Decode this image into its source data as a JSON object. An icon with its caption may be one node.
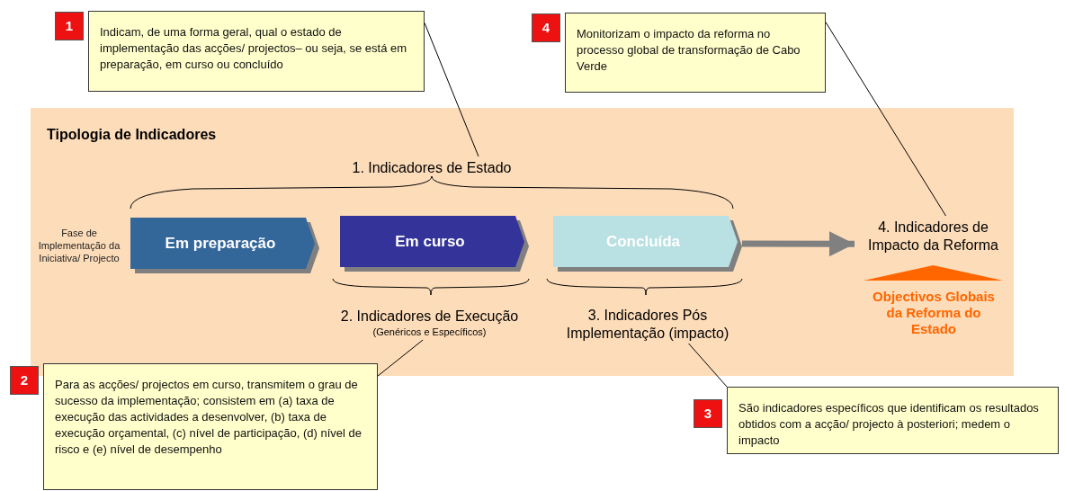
{
  "diagram": {
    "nodes": [
      {
        "text": [
          "Tipologia de Indicadores"
        ]
      },
      {
        "text": [
          "1. Indicadores de Estado"
        ],
        "in": 0
      },
      {
        "text": [
          "Fase de Implementação da Iniciativa/ Projecto"
        ],
        "in": 0
      },
      {
        "text": [
          "Em preparação"
        ],
        "in": 0
      },
      {
        "text": [
          "Em curso"
        ],
        "in": 0
      },
      {
        "text": [
          "Concluída"
        ],
        "in": 0
      },
      {
        "text": [
          "4. Indicadores de Impacto da Reforma"
        ],
        "in": 0
      },
      {
        "text": [
          "2. Indicadores de Execução",
          "(Genéricos e Específicos)"
        ],
        "in": 0
      },
      {
        "text": [
          "3. Indicadores Pós Implementação (impacto)"
        ],
        "in": 0
      },
      {
        "text": [
          "Indicam, de uma forma geral, qual o estado de implementação das acções/ projectos– ou seja, se está em preparação, em curso ou concluído"
        ],
        "beside": [
          "1"
        ]
      },
      {
        "text": [
          "Monitorizam o impacto da reforma no processo global de transformação de Cabo Verde"
        ],
        "beside": [
          "4"
        ]
      },
      {
        "text": [
          "Para as acções/ projectos em curso, transmitem o grau de sucesso da implementação; consistem em (a) taxa de execução das actividades a desenvolver, (b) taxa de execução orçamental, (c) nível de participação, (d) nível de risco e (e) nível de desempenho"
        ],
        "beside": [
          "2"
        ]
      },
      {
        "text": [
          "São indicadores específicos que identificam os resultados obtidos com a acção/ projecto à posteriori; medem o impacto"
        ],
        "beside": [
          "3"
        ]
      },
      {
        "text": [],
        "shape": "triangle",
        "in": 0
      }
    ],
    "edges": [
      {
        "from": 9,
        "to": 1,
        "arrow": "none"
      },
      {
        "from": 10,
        "to": 6,
        "arrow": "none"
      },
      {
        "from": 11,
        "to": 7,
        "arrow": "none"
      },
      {
        "from": 12,
        "to": 8,
        "arrow": "none"
      },
      {
        "from": 5,
        "to": 6,
        "arrow": "to",
        "style": "thick",
        "color": "#808080"
      }
    ],
    "labels": [
      "Objectivos Globais da Reforma do Estado"
    ]
  }
}
